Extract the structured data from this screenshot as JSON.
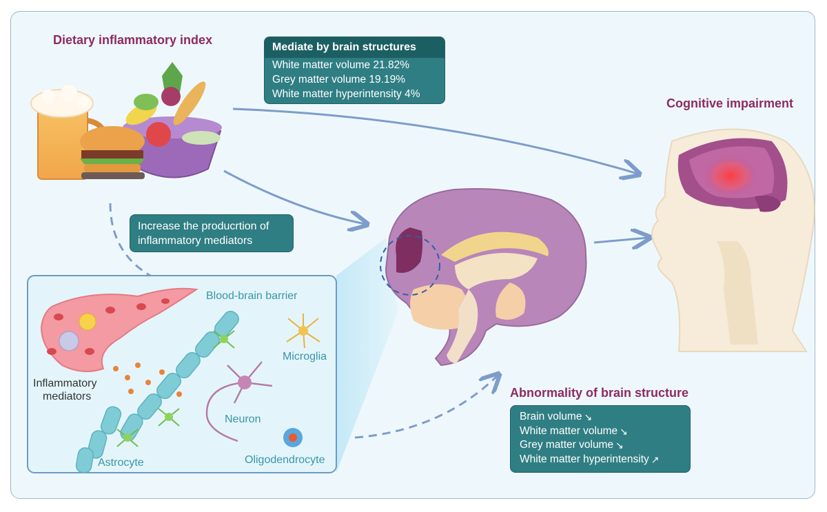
{
  "labels": {
    "dietary_index": "Dietary inflammatory index",
    "cognitive_impairment": "Cognitive impairment",
    "abnormality": "Abnormality of  brain structure",
    "blood_brain_barrier": "Blood-brain barrier",
    "microglia": "Microglia",
    "inflammatory_mediators_line1": "Inflammatory",
    "inflammatory_mediators_line2": "mediators",
    "neuron": "Neuron",
    "astrocyte": "Astrocyte",
    "oligodendrocyte": "Oligodendrocyte"
  },
  "mediate_box": {
    "title": "Mediate by brain structures",
    "rows": [
      "White matter volume 21.82%",
      "Grey matter volume 19.19%",
      "White matter hyperintensity 4%"
    ]
  },
  "increase_box": {
    "line1": "Increase the producrtion of",
    "line2": "inflammatory mediators"
  },
  "abnormality_box": {
    "rows": [
      {
        "text": "Brain volume",
        "trend": "down",
        "arrow": "↘"
      },
      {
        "text": "White matter volume",
        "trend": "down",
        "arrow": "↘"
      },
      {
        "text": "Grey matter volume",
        "trend": "down",
        "arrow": "↘"
      },
      {
        "text": "White matter hyperintensity",
        "trend": "up",
        "arrow": "↗"
      }
    ]
  },
  "colors": {
    "title_magenta": "#8e2a63",
    "teal_box": "#2f7e83",
    "teal_header": "#1c5f62",
    "arrow_blue": "#7d9ccb",
    "cell_label": "#3a95a8",
    "background": "#eef8fc"
  }
}
